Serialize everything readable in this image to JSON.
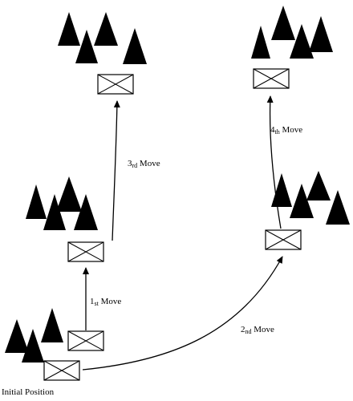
{
  "diagram": {
    "initial_label": "Initial Position",
    "moves": [
      {
        "num": "1",
        "suffix": "st",
        "word": "Move"
      },
      {
        "num": "2",
        "suffix": "nd",
        "word": "Move"
      },
      {
        "num": "3",
        "suffix": "rd",
        "word": "Move"
      },
      {
        "num": "4",
        "suffix": "th",
        "word": "Move"
      }
    ]
  }
}
